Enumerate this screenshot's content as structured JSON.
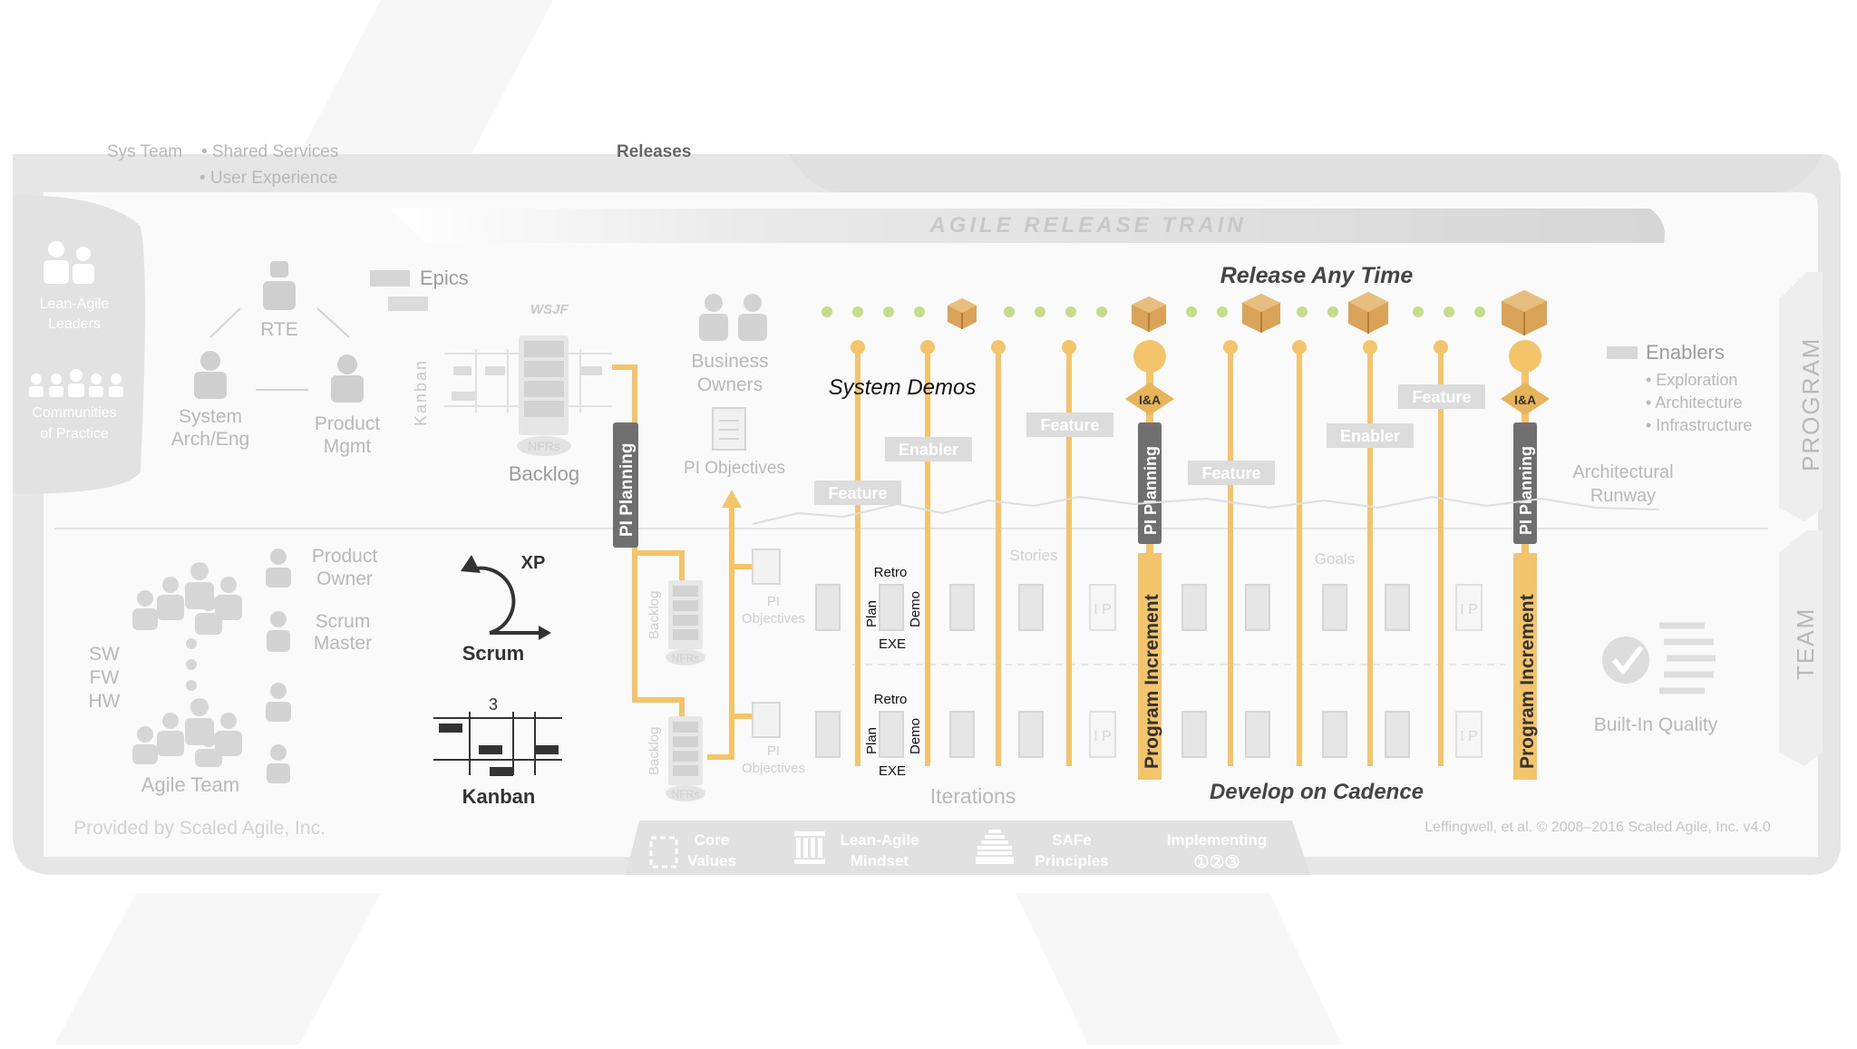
{
  "top_clipped": {
    "sys_team": "Sys Team",
    "shared_services": "• Shared Services",
    "user_experience": "• User Experience",
    "releases": "Releases"
  },
  "banner": {
    "title": "AGILE RELEASE TRAIN"
  },
  "side_tabs": {
    "program": "PROGRAM",
    "team": "TEAM"
  },
  "left_tab": {
    "lean_agile_leaders": [
      "Lean-Agile",
      "Leaders"
    ],
    "communities": [
      "Communities",
      "of Practice"
    ]
  },
  "program_roles": {
    "rte": "RTE",
    "system_arch": [
      "System",
      "Arch/Eng"
    ],
    "product_mgmt": [
      "Product",
      "Mgmt"
    ]
  },
  "program_backlog": {
    "epics": "Epics",
    "wsjf": "WSJF",
    "kanban": "Kanban",
    "nfrs": "NFRs",
    "backlog": "Backlog"
  },
  "business": {
    "owners": [
      "Business",
      "Owners"
    ],
    "pi_objectives": "PI Objectives"
  },
  "cadence": {
    "release_any_time": "Release Any Time",
    "system_demos": "System Demos",
    "develop_on_cadence": "Develop on Cadence",
    "iterations": "Iterations",
    "pi_planning": "PI Planning",
    "program_increment": "Program Increment",
    "ia": "I&A",
    "stories": "Stories",
    "goals": "Goals"
  },
  "items": {
    "feature": "Feature",
    "enabler": "Enabler"
  },
  "enablers": {
    "title": "Enablers",
    "list": [
      "• Exploration",
      "• Architecture",
      "• Infrastructure"
    ],
    "runway": [
      "Architectural",
      "Runway"
    ]
  },
  "team_roles": {
    "product_owner": [
      "Product",
      "Owner"
    ],
    "scrum_master": [
      "Scrum",
      "Master"
    ],
    "sw_fw_hw": [
      "SW",
      "FW",
      "HW"
    ],
    "agile_team": "Agile Team"
  },
  "methods": {
    "xp": "XP",
    "scrum": "Scrum",
    "kanban": "Kanban",
    "kanban_wip": "3"
  },
  "team_backlog": {
    "backlog": "Backlog",
    "nfrs": "NFRs",
    "pi_objectives": [
      "PI",
      "Objectives"
    ]
  },
  "iteration_labels": {
    "retro": "Retro",
    "plan": "Plan",
    "demo": "Demo",
    "exe": "EXE",
    "ip": "I P"
  },
  "built_in_quality": "Built-In Quality",
  "footer": {
    "provided_by": "Provided by Scaled Agile, Inc.",
    "copyright": "Leffingwell, et al. © 2008–2016 Scaled Agile, Inc. v4.0",
    "tabs": [
      {
        "label": [
          "Core",
          "Values"
        ]
      },
      {
        "label": [
          "Lean-Agile",
          "Mindset"
        ]
      },
      {
        "label": [
          "SAFe",
          "Principles"
        ]
      },
      {
        "label": [
          "Implementing",
          "①②③"
        ]
      }
    ]
  },
  "colors": {
    "accent": "#f4c46a",
    "pi_bar": "#6f6f6f",
    "package": "#d9a45a",
    "frame": "#e3e3e3"
  }
}
